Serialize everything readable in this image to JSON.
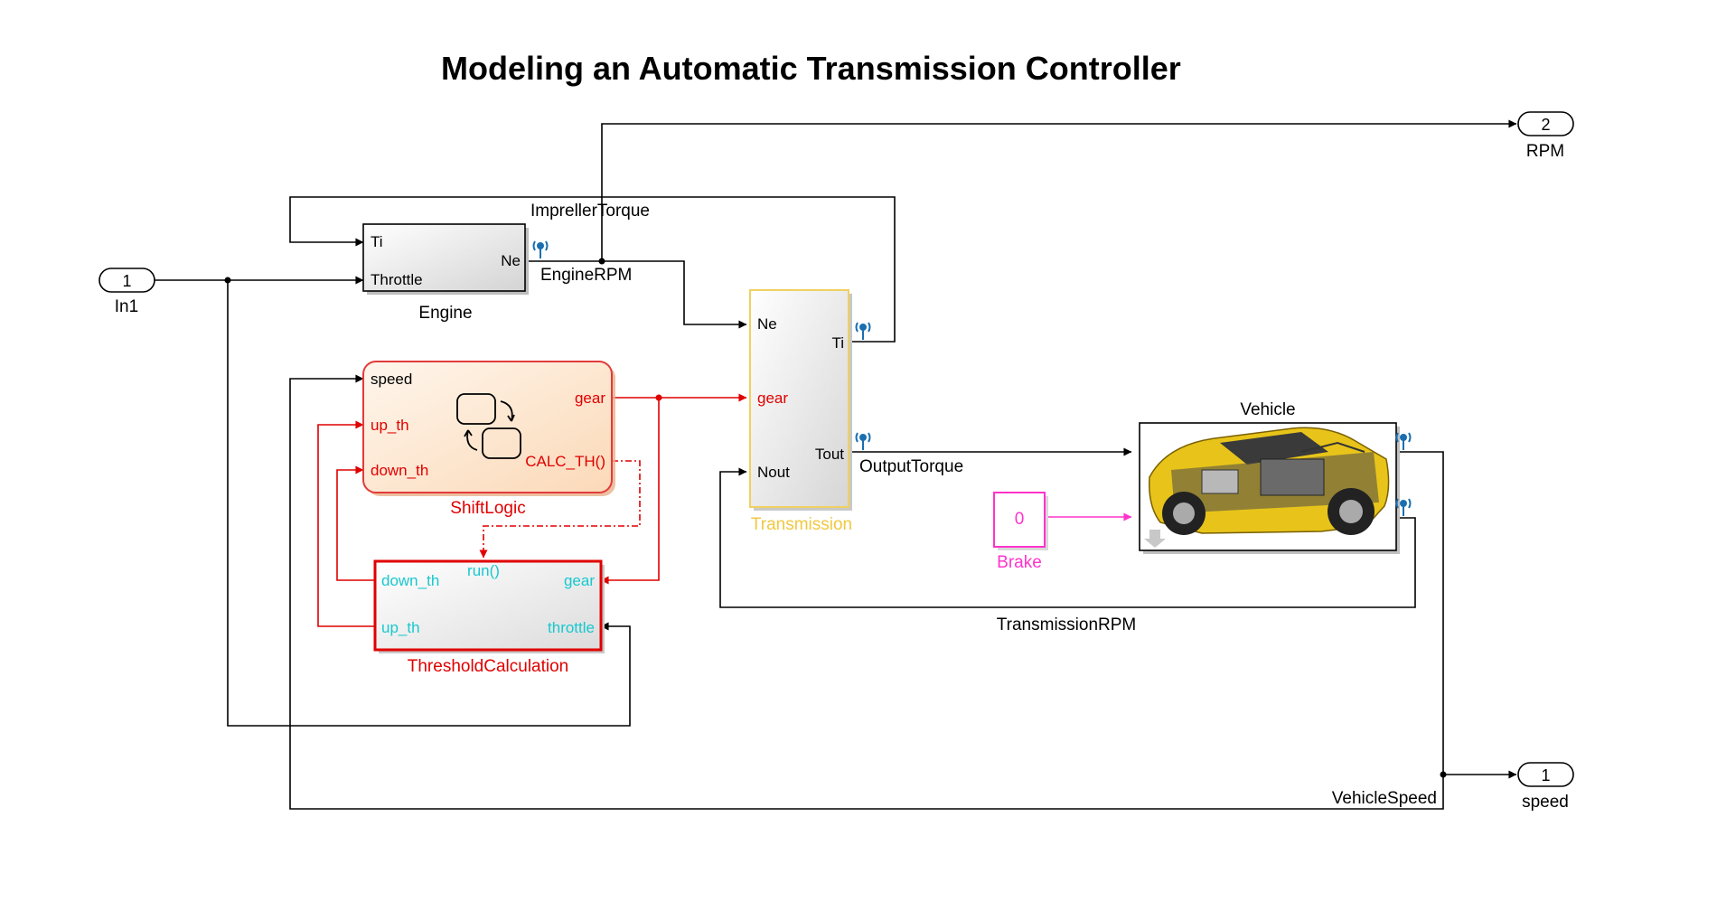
{
  "title": "Modeling an Automatic Transmission Controller",
  "colors": {
    "signal": "#000000",
    "chart_border": "#e23b3b",
    "chart_text": "#e00000",
    "chart_fill": "#fde8d2",
    "func_border": "#e00000",
    "func_port_text": "#18c8cf",
    "trans_border": "#f0d060",
    "trans_label": "#f0c840",
    "brake": "#ff33cc",
    "probe": "#1b6fb0"
  },
  "ports": {
    "in1": {
      "number": "1",
      "label": "In1"
    },
    "rpm_out": {
      "number": "2",
      "label": "RPM"
    },
    "speed_out": {
      "number": "1",
      "label": "speed"
    }
  },
  "engine": {
    "label": "Engine",
    "in_ti": "Ti",
    "in_throttle": "Throttle",
    "out_ne": "Ne"
  },
  "transmission": {
    "label": "Transmission",
    "in_ne": "Ne",
    "in_gear": "gear",
    "in_nout": "Nout",
    "out_ti": "Ti",
    "out_tout": "Tout"
  },
  "shiftlogic": {
    "label": "ShiftLogic",
    "in_speed": "speed",
    "in_up": "up_th",
    "in_down": "down_th",
    "out_gear": "gear",
    "func": "CALC_TH()"
  },
  "threshold": {
    "label": "ThresholdCalculation",
    "trigger": "run()",
    "out_down": "down_th",
    "out_up": "up_th",
    "in_gear": "gear",
    "in_throttle": "throttle"
  },
  "vehicle": {
    "label": "Vehicle",
    "image": "car-cutaway-image"
  },
  "brake": {
    "label": "Brake",
    "value": "0"
  },
  "signals": {
    "impeller": "ImprellerTorque",
    "engine_rpm": "EngineRPM",
    "output_torque": "OutputTorque",
    "trans_rpm": "TransmissionRPM",
    "vehicle_speed": "VehicleSpeed"
  }
}
